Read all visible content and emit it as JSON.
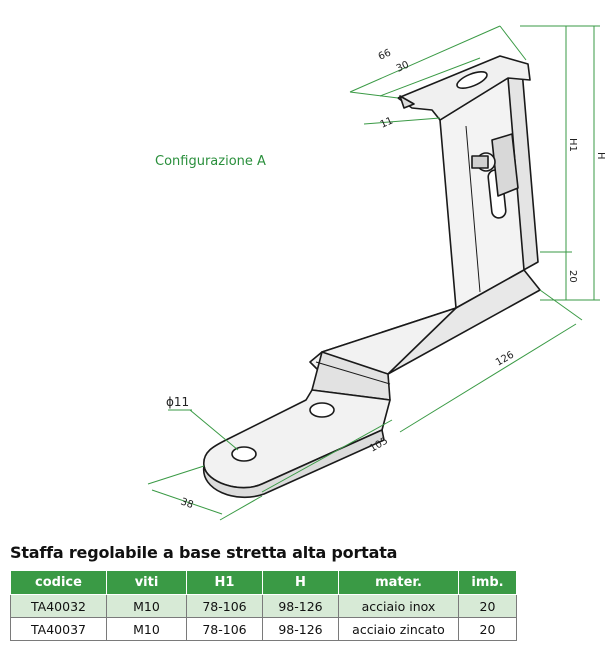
{
  "drawing": {
    "configuration_label": "Configurazione A",
    "dimensions": {
      "top_width": "66",
      "slot_length": "30",
      "slot_width": "11",
      "h1": "H1",
      "h": "H",
      "vertical_offset": "20",
      "arm_length": "126",
      "base_length": "105",
      "base_width": "38",
      "hole_diameter": "ϕ11"
    },
    "colors": {
      "dimension_lines": "#3a9a45",
      "outline": "#1a1a1a",
      "metal_fill": "#e9e9e9"
    }
  },
  "product": {
    "title": "Staffa regolabile a base stretta alta portata",
    "table": {
      "headers": [
        "codice",
        "viti",
        "H1",
        "H",
        "mater.",
        "imb."
      ],
      "rows": [
        [
          "TA40032",
          "M10",
          "78-106",
          "98-126",
          "acciaio inox",
          "20"
        ],
        [
          "TA40037",
          "M10",
          "78-106",
          "98-126",
          "acciaio zincato",
          "20"
        ]
      ],
      "colors": {
        "header_bg": "#3a9a45",
        "row_highlight": "#d7ead6"
      }
    }
  }
}
